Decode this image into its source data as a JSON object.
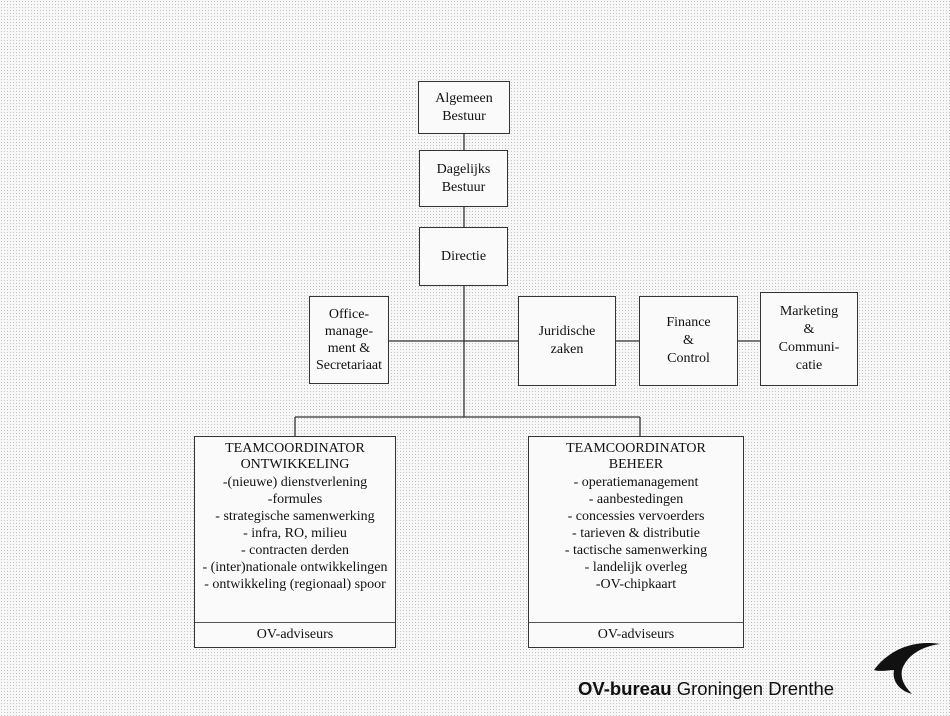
{
  "chart": {
    "general_board": [
      "Algemeen",
      "Bestuur"
    ],
    "daily_board": [
      "Dagelijks",
      "Bestuur"
    ],
    "management": [
      "Directie"
    ],
    "office": [
      "Office-",
      "manage-",
      "ment &",
      "Secretariaat"
    ],
    "legal": [
      "Juridische",
      "zaken"
    ],
    "finance": [
      "Finance",
      "&",
      "Control"
    ],
    "marketing": [
      "Marketing",
      "&",
      "Communi-",
      "catie"
    ],
    "team_development": {
      "title": [
        "TEAMCOORDINATOR",
        "ONTWIKKELING"
      ],
      "tasks": [
        "-(nieuwe) dienstverlening",
        "-formules",
        "- strategische samenwerking",
        "- infra, RO, milieu",
        "- contracten derden",
        "- (inter)nationale ontwikkelingen",
        "- ontwikkeling (regionaal) spoor"
      ],
      "footer": "OV-adviseurs"
    },
    "team_operations": {
      "title": [
        "TEAMCOORDINATOR",
        "BEHEER"
      ],
      "tasks": [
        "- operatiemanagement",
        "- aanbestedingen",
        "- concessies vervoerders",
        "- tarieven & distributie",
        "- tactische samenwerking",
        "- landelijk overleg",
        "-OV-chipkaart"
      ],
      "footer": "OV-adviseurs"
    }
  },
  "logo": {
    "bold": "OV-bureau",
    "regular": " Groningen Drenthe",
    "mark_icon": "swoosh-icon"
  }
}
